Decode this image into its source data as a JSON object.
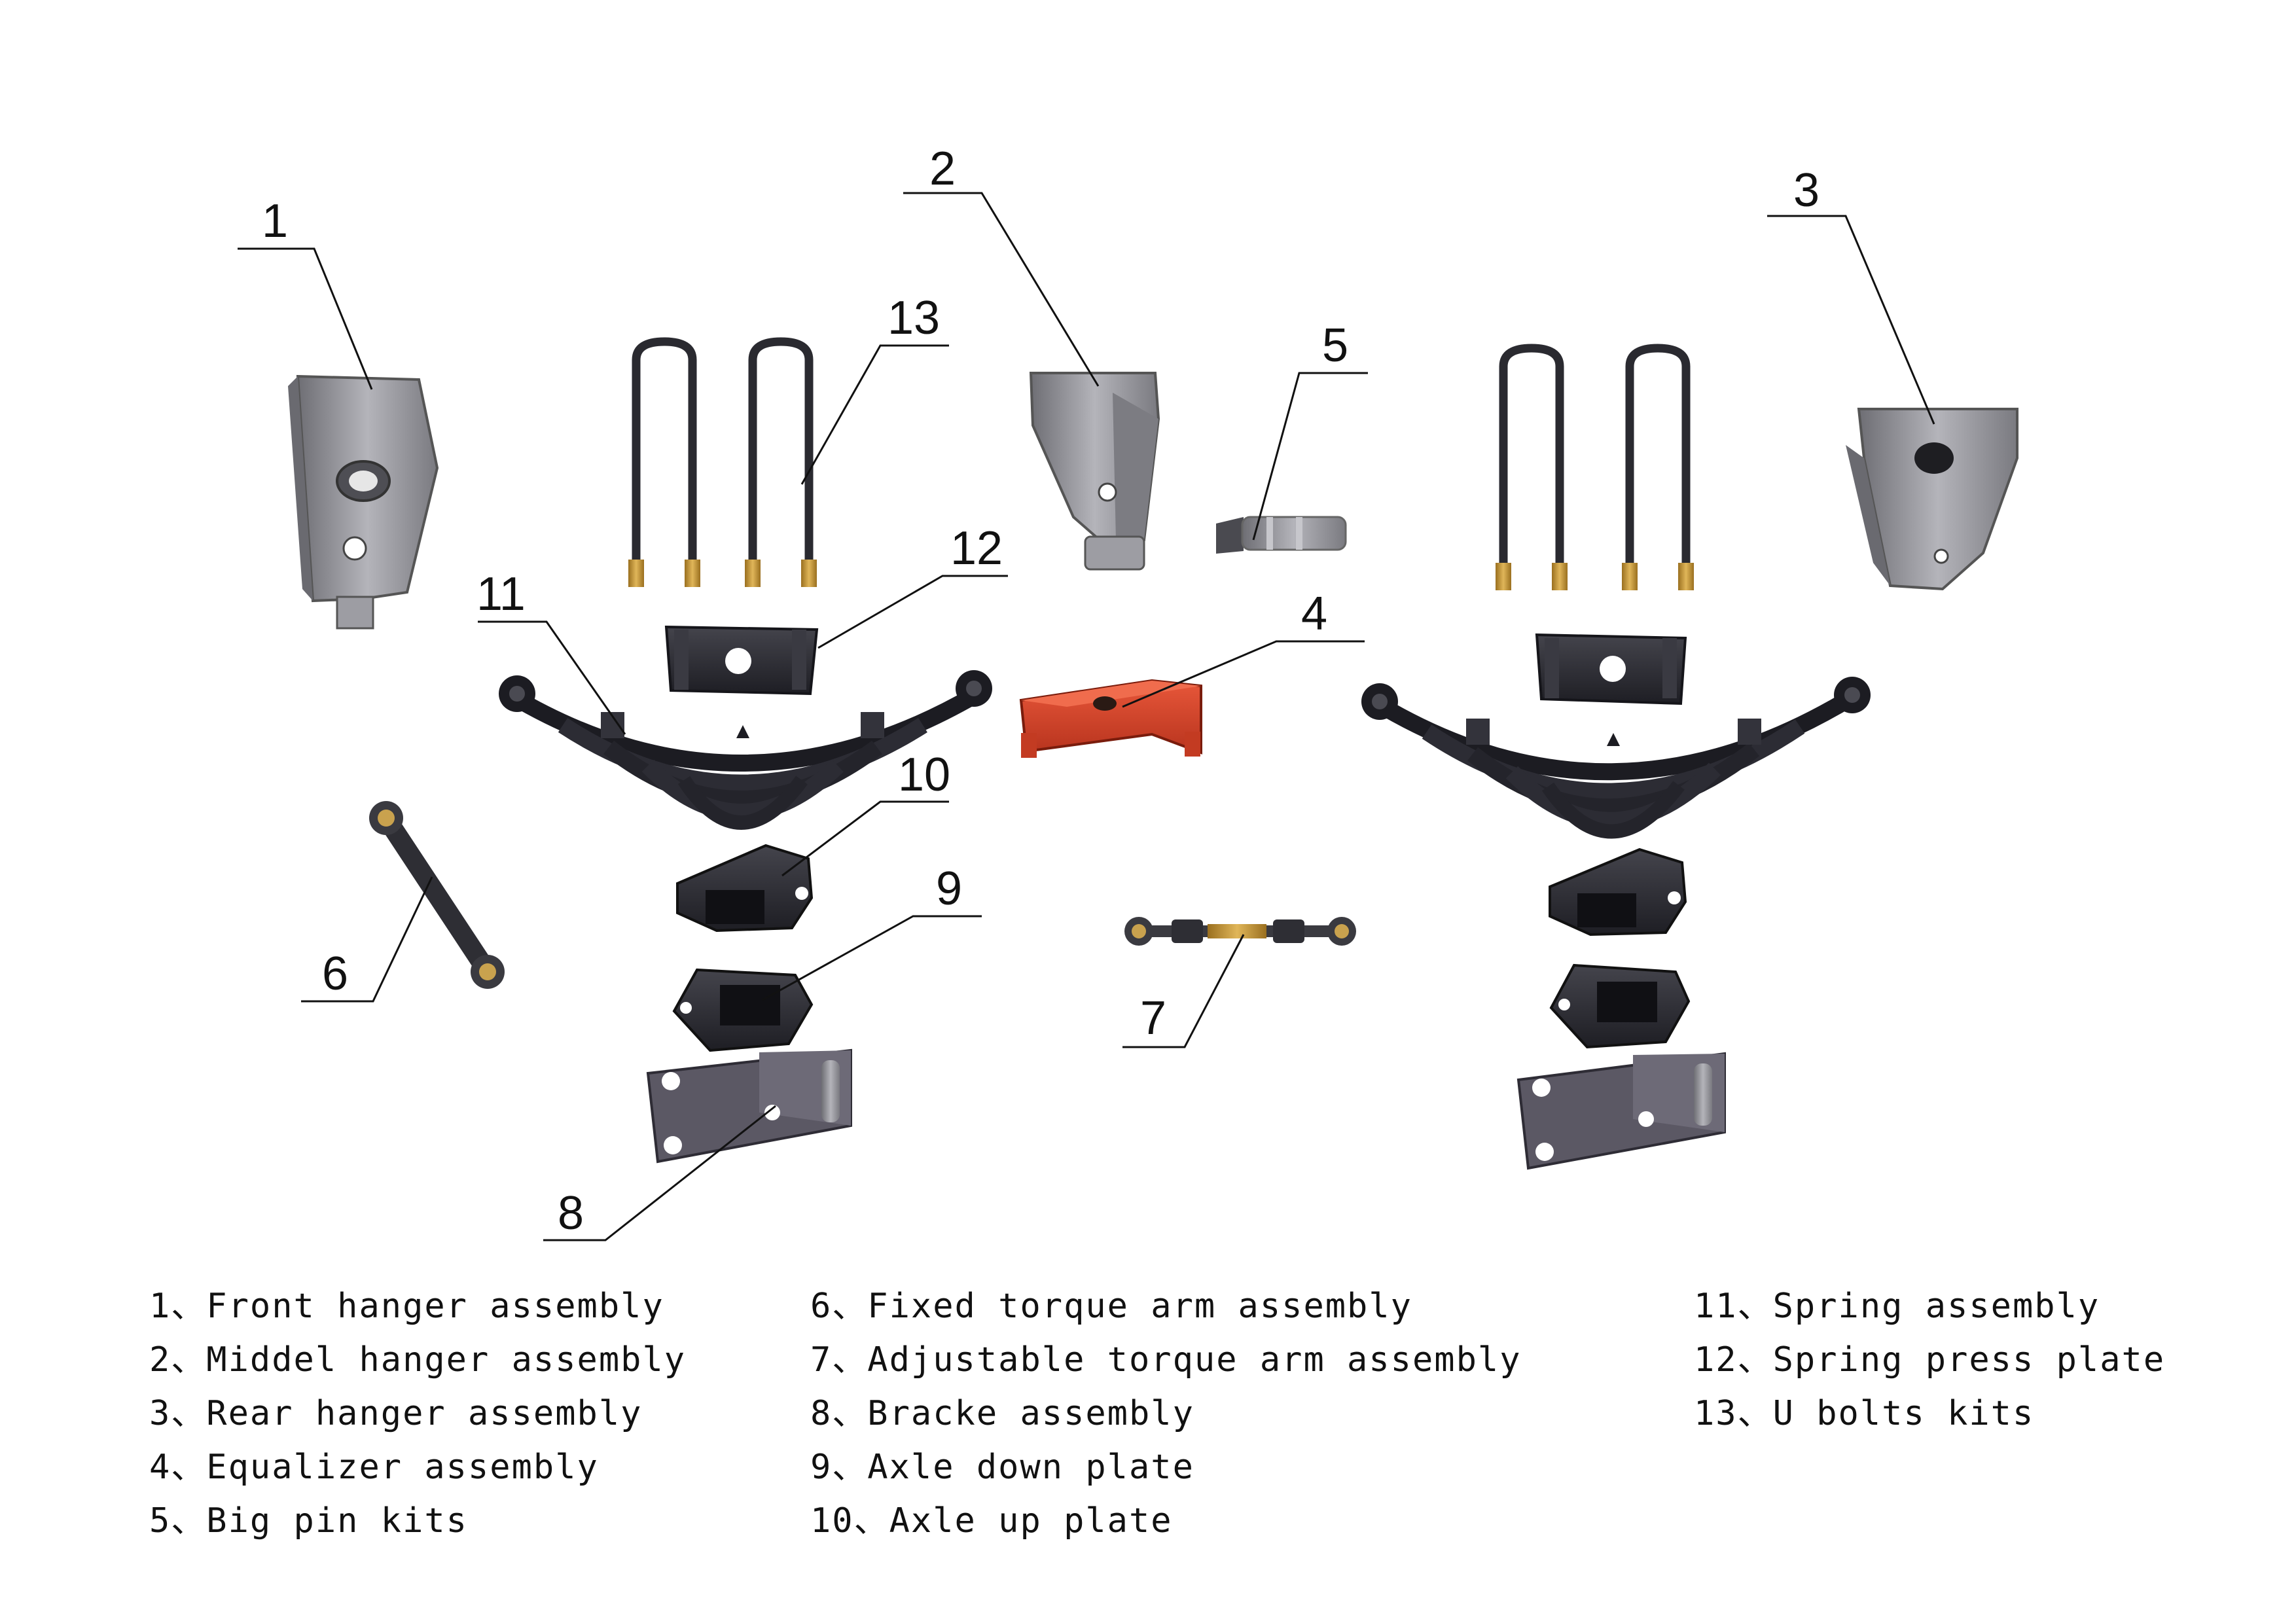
{
  "callouts": [
    "1",
    "2",
    "3",
    "4",
    "5",
    "6",
    "7",
    "8",
    "9",
    "10",
    "11",
    "12",
    "13"
  ],
  "legend": {
    "col1": [
      "1、Front hanger assembly",
      "2、Middel hanger assembly",
      "3、Rear hanger assembly",
      "4、Equalizer assembly",
      "5、Big pin kits"
    ],
    "col2": [
      "6、Fixed torque arm assembly",
      "7、Adjustable torque arm assembly",
      "8、Bracke assembly",
      "9、Axle down plate",
      "10、Axle up plate"
    ],
    "col3": [
      "11、Spring assembly",
      "12、Spring press plate",
      "13、U bolts kits"
    ]
  },
  "colors": {
    "steel_grey": "#8c8c92",
    "black_part": "#26262c",
    "equalizer_red": "#d8452a",
    "brass": "#c79a3a"
  }
}
